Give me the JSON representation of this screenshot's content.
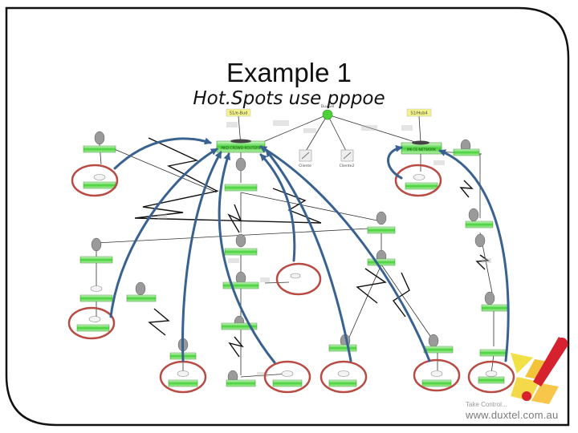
{
  "slide": {
    "title": "Example 1",
    "subtitle": "Hot.Spots use pppoe"
  },
  "nodes": {
    "top_left_label": "S1/e-Bud",
    "top_center_label": "DuxGel",
    "top_right_label": "S1/Hub4",
    "center_router_label": "MKD-CROWD-ROUTERS",
    "right_router_label": "MK-CE-NETWORK",
    "client_left": "Cliente",
    "client_right": "Cliente2"
  },
  "colors": {
    "arrow": "#3a6290",
    "highlight_circle": "#b84c45",
    "node_green": "#3ecb2e",
    "frame": "#111111"
  },
  "logo": {
    "tagline": "Take Control...",
    "url": "www.duxtel.com.au"
  }
}
